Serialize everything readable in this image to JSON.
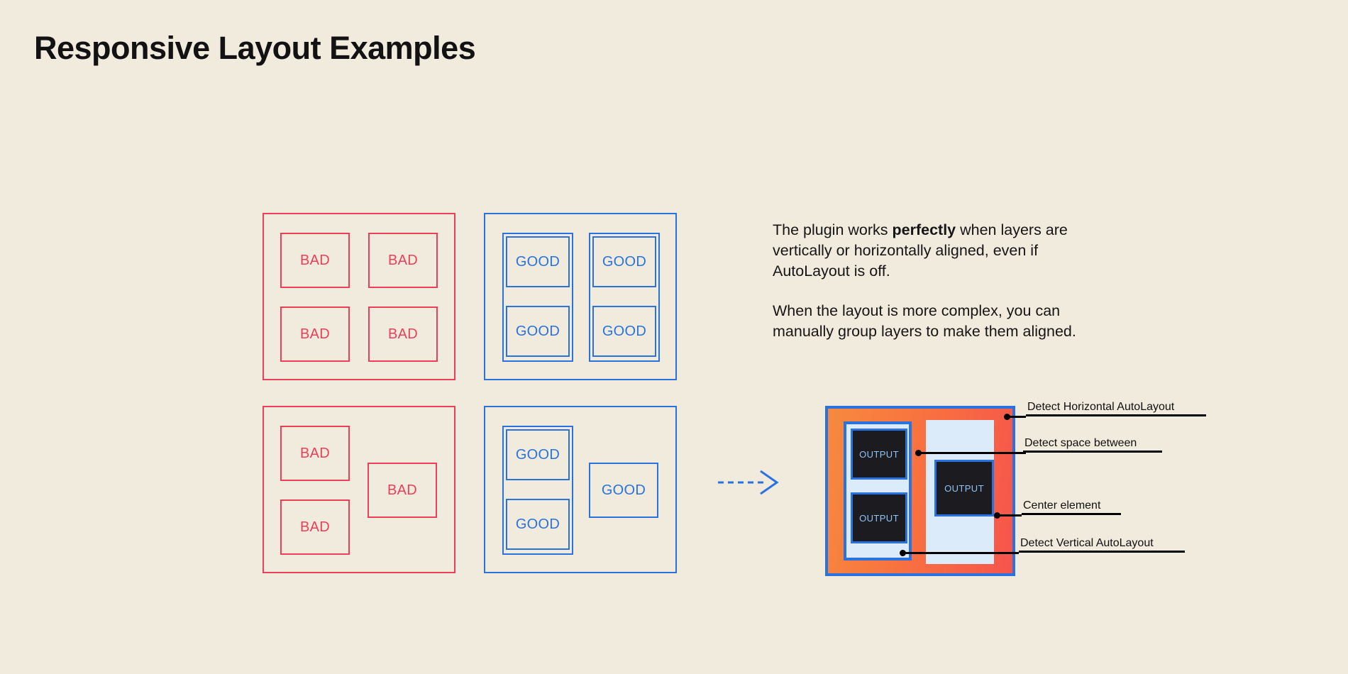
{
  "page": {
    "title": "Responsive Layout Examples",
    "background_color": "#f0ebdd",
    "bad_color": "#ef3e58",
    "good_color": "#2a72e0",
    "text_color": "#151515"
  },
  "examples": {
    "bad_label": "BAD",
    "good_label": "GOOD",
    "groups": [
      {
        "name": "bad-grid-aligned",
        "kind": "bad",
        "cells": [
          "BAD",
          "BAD",
          "BAD",
          "BAD"
        ]
      },
      {
        "name": "good-grid-aligned",
        "kind": "good",
        "cells": [
          "GOOD",
          "GOOD",
          "GOOD",
          "GOOD"
        ]
      },
      {
        "name": "bad-grid-complex",
        "kind": "bad",
        "cells": [
          "BAD",
          "BAD",
          "BAD"
        ]
      },
      {
        "name": "good-grid-complex",
        "kind": "good",
        "cells": [
          "GOOD",
          "GOOD",
          "GOOD"
        ]
      }
    ]
  },
  "arrow": {
    "icon": "dashed-arrow-right-icon",
    "color": "#2a72e0"
  },
  "info": {
    "paragraph_1_part_1": "The plugin works ",
    "paragraph_1_bold": "perfectly",
    "paragraph_1_part_2": " when layers are vertically or horizontally aligned, even if AutoLayout is off.",
    "paragraph_2": "When the layout is more complex, you can manually group layers to make them aligned."
  },
  "output_diagram": {
    "output_label": "OUTPUT",
    "gradient_from": "#f7893f",
    "gradient_to": "#f6544c",
    "border_color": "#2a72e0",
    "panel_color": "#dcebfa",
    "box_color": "#1b1b20",
    "box_text_color": "#8fc4f5",
    "outputs": [
      "OUTPUT",
      "OUTPUT",
      "OUTPUT"
    ]
  },
  "annotations": [
    {
      "label": "Detect Horizontal AutoLayout",
      "rule_width": 210
    },
    {
      "label": "Detect space between",
      "rule_width": 160
    },
    {
      "label": "Center element",
      "rule_width": 120
    },
    {
      "label": "Detect Vertical AutoLayout",
      "rule_width": 194
    }
  ]
}
